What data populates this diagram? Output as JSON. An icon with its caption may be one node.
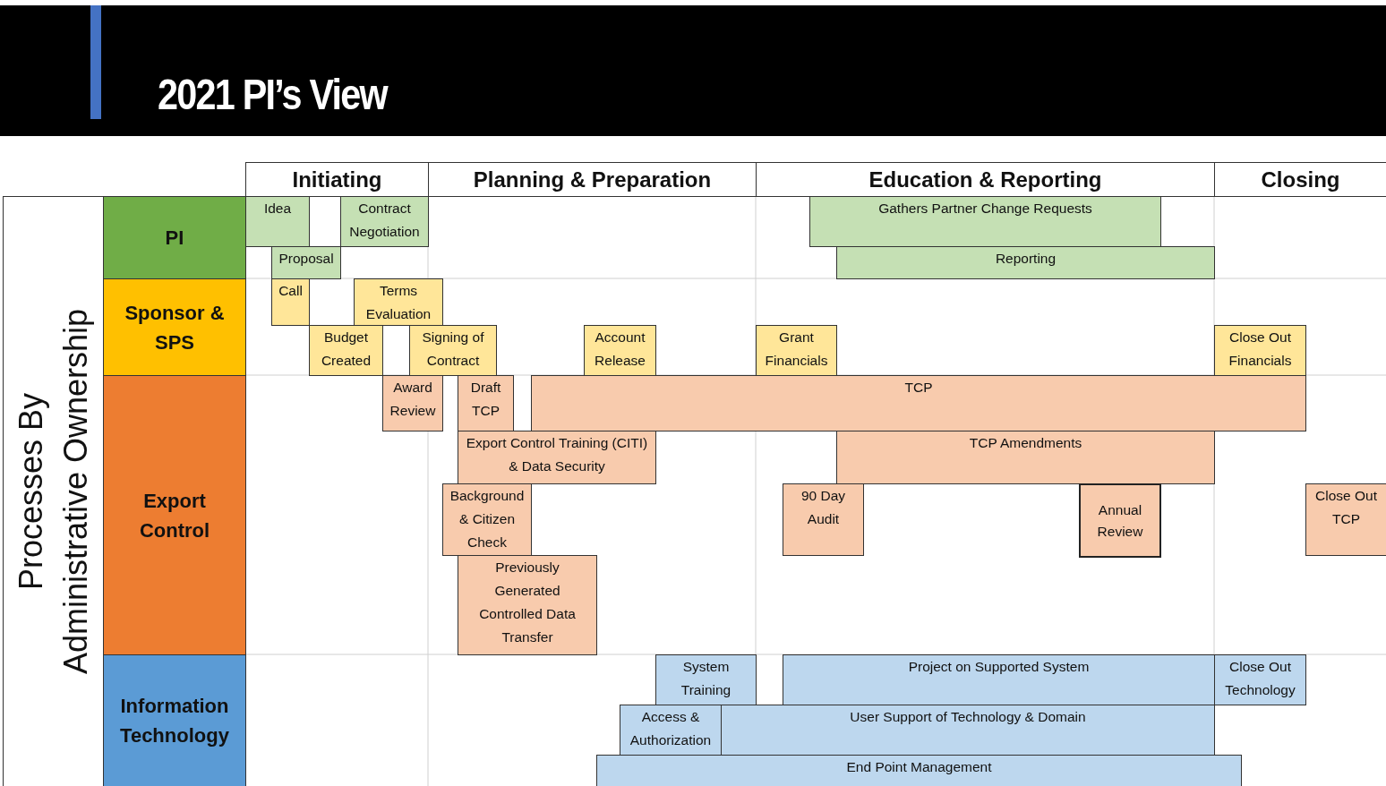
{
  "diagram": {
    "title": "2021 PI’s View",
    "nodes": [
      {
        "text": [
          "Initiating"
        ]
      },
      {
        "text": [
          "Planning & Preparation"
        ]
      },
      {
        "text": [
          "Education & Reporting"
        ]
      },
      {
        "text": [
          "Closing"
        ]
      },
      {
        "text": [
          "Processes By Administrative Ownership"
        ]
      },
      {
        "text": [
          "PI"
        ]
      },
      {
        "text": [
          "Sponsor & SPS"
        ]
      },
      {
        "text": [
          "Export Control"
        ]
      },
      {
        "text": [
          "Information Technology"
        ]
      },
      {
        "text": [
          "Idea"
        ]
      },
      {
        "text": [
          "Contract Negotiation"
        ]
      },
      {
        "text": [
          "Proposal"
        ]
      },
      {
        "text": [
          "Gathers Partner Change Requests"
        ]
      },
      {
        "text": [
          "Reporting"
        ]
      },
      {
        "text": [
          "Call"
        ]
      },
      {
        "text": [
          "Terms Evaluation"
        ]
      },
      {
        "text": [
          "Budget Created"
        ]
      },
      {
        "text": [
          "Signing of Contract"
        ]
      },
      {
        "text": [
          "Account Release"
        ]
      },
      {
        "text": [
          "Grant Financials"
        ]
      },
      {
        "text": [
          "Close Out Financials"
        ]
      },
      {
        "text": [
          "Award Review"
        ]
      },
      {
        "text": [
          "Draft TCP"
        ]
      },
      {
        "text": [
          "TCP"
        ]
      },
      {
        "text": [
          "Export Control Training (CITI) & Data Security"
        ]
      },
      {
        "text": [
          "TCP Amendments"
        ]
      },
      {
        "text": [
          "Background & Citizen Check"
        ]
      },
      {
        "text": [
          "90 Day Audit"
        ]
      },
      {
        "text": [
          "Annual Review"
        ]
      },
      {
        "text": [
          "Close Out TCP"
        ]
      },
      {
        "text": [
          "Previously Generated Controlled Data Transfer"
        ]
      },
      {
        "text": [
          "System Training"
        ]
      },
      {
        "text": [
          "Project on Supported System"
        ]
      },
      {
        "text": [
          "Close Out Technology"
        ]
      },
      {
        "text": [
          "Access & Authorization"
        ]
      },
      {
        "text": [
          "User Support of Technology & Domain"
        ]
      },
      {
        "text": [
          "End Point Management"
        ]
      }
    ]
  }
}
